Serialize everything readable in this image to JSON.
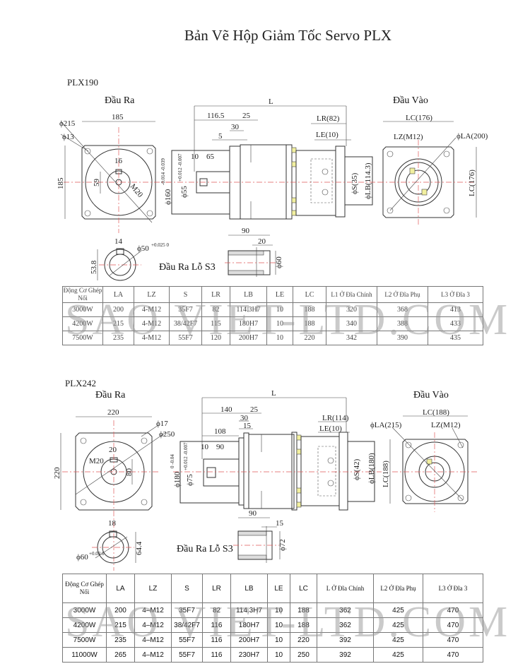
{
  "title": "Bản Vẽ Hộp Giảm Tốc Servo PLX",
  "watermark": "SAO VIET-LTD.COM",
  "plx190": {
    "model": "PLX190",
    "output_label": "Đầu Ra",
    "input_label": "Đầu Vào",
    "s3_label": "Đầu Ra Lỗ S3",
    "dims": {
      "w": "185",
      "h": "185",
      "pcd": "ϕ215",
      "hole": "ϕ13",
      "key": "16",
      "kh": "59",
      "thread": "M20",
      "L": "L",
      "a": "116.5",
      "b": "25",
      "c": "30",
      "d": "5",
      "e": "10",
      "f": "65",
      "flange": "ϕ160",
      "flange_tol": "-0.014 -0.039",
      "shaft": "ϕ55",
      "shaft_tol": "+0.012 -0.007",
      "lr": "LR(82)",
      "le": "LE(10)",
      "s": "ϕS(35)",
      "lb": "ϕLB(114.3)",
      "lc_w": "LC(176)",
      "lz": "LZ(M12)",
      "la": "ϕLA(200)",
      "lc_h": "LC(176)",
      "kw": "14",
      "bore": "ϕ50",
      "bore_tol": "+0.025 0",
      "kd": "53.8",
      "s3_len": "90",
      "s3_depth": "20",
      "s3_dia": "ϕ60"
    }
  },
  "table1": {
    "headers": [
      "Động Cơ Ghép Nối",
      "LA",
      "LZ",
      "S",
      "LR",
      "LB",
      "LE",
      "LC",
      "L1 Ở Đĩa Chính",
      "L2 Ở Đĩa Phụ",
      "L3 Ở Đĩa 3"
    ],
    "rows": [
      [
        "3000W",
        "200",
        "4-M12",
        "35F7",
        "82",
        "114.3H7",
        "10",
        "188",
        "320",
        "368",
        "413"
      ],
      [
        "4200W",
        "215",
        "4-M12",
        "38/42F7",
        "115",
        "180H7",
        "10",
        "188",
        "340",
        "388",
        "433"
      ],
      [
        "7500W",
        "235",
        "4-M12",
        "55F7",
        "120",
        "200H7",
        "10",
        "220",
        "342",
        "390",
        "435"
      ]
    ]
  },
  "plx242": {
    "model": "PLX242",
    "output_label": "Đầu Ra",
    "input_label": "Đầu Vào",
    "s3_label": "Đầu Ra Lỗ S3",
    "dims": {
      "w": "220",
      "h": "220",
      "hole": "ϕ17",
      "pcd": "ϕ250",
      "key": "20",
      "kh": "80",
      "thread": "M20",
      "L": "L",
      "a": "140",
      "b": "25",
      "c": "30",
      "d": "15",
      "g": "108",
      "e": "10",
      "f": "90",
      "flange": "ϕ180",
      "flange_tol": "0 -0.04",
      "shaft": "ϕ75",
      "shaft_tol": "+0.012 -0.007",
      "lr": "LR(114)",
      "le": "LE(10)",
      "s": "ϕS(42)",
      "lb": "ϕLB(180)",
      "lc_w": "LC(188)",
      "lz": "LZ(M12)",
      "la": "ϕLA(215)",
      "lc_h": "LC(188)",
      "kw": "18",
      "bore": "ϕ60",
      "bore_tol": "+0.03 0",
      "kd": "64.4",
      "s3_len": "90",
      "s3_depth": "15",
      "s3_dia": "ϕ72"
    }
  },
  "table2": {
    "headers": [
      "Động Cơ Ghép Nối",
      "LA",
      "LZ",
      "S",
      "LR",
      "LB",
      "LE",
      "LC",
      "L Ở Đĩa Chính",
      "L2 Ở Đĩa Phụ",
      "L3 Ở Đĩa 3"
    ],
    "rows": [
      [
        "3000W",
        "200",
        "4–M12",
        "35F7",
        "82",
        "114.3H7",
        "10",
        "188",
        "362",
        "425",
        "470"
      ],
      [
        "4200W",
        "215",
        "4–M12",
        "38/42F7",
        "116",
        "180H7",
        "10",
        "188",
        "362",
        "425",
        "470"
      ],
      [
        "7500W",
        "235",
        "4–M12",
        "55F7",
        "116",
        "200H7",
        "10",
        "220",
        "392",
        "425",
        "470"
      ],
      [
        "11000W",
        "265",
        "4–M12",
        "55F7",
        "116",
        "230H7",
        "10",
        "250",
        "392",
        "425",
        "470"
      ]
    ]
  }
}
